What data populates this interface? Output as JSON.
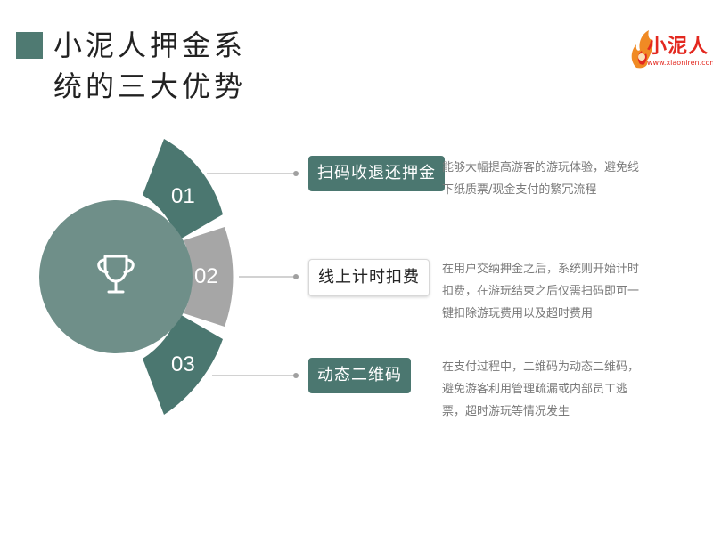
{
  "title": {
    "line1": "小泥人押金系",
    "line2": "统的三大优势"
  },
  "logo": {
    "name": "小泥人",
    "url": "www.xiaoniren.com"
  },
  "colors": {
    "dark_green": "#4b7770",
    "circle": "#6f8f89",
    "gray_segment": "#a6a6a6"
  },
  "center_icon": "trophy-icon",
  "items": [
    {
      "number": "01",
      "label": "扫码收退还押金",
      "description": "能够大幅提高游客的游玩体验，避免线下纸质票/现金支付的繁冗流程"
    },
    {
      "number": "02",
      "label": "线上计时扣费",
      "description": "在用户交纳押金之后，系统则开始计时扣费，在游玩结束之后仅需扫码即可一键扣除游玩费用以及超时费用"
    },
    {
      "number": "03",
      "label": "动态二维码",
      "description": "在支付过程中，二维码为动态二维码，避免游客利用管理疏漏或内部员工逃票，超时游玩等情况发生"
    }
  ]
}
